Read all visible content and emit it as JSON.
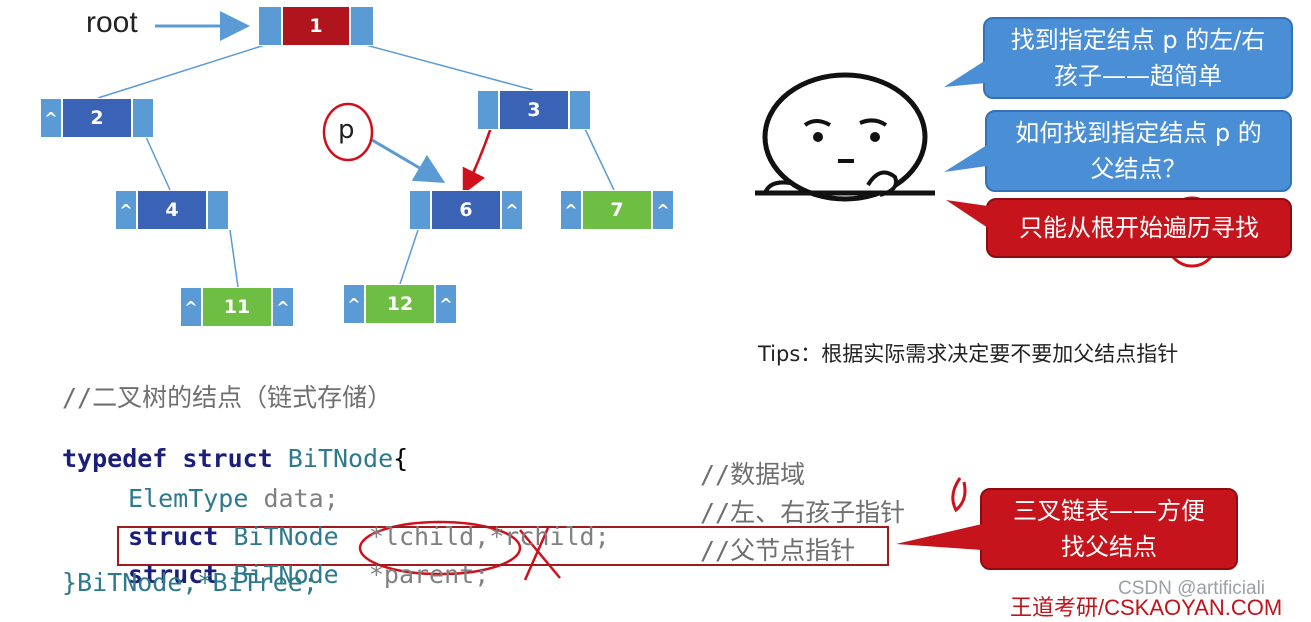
{
  "tree": {
    "root_label": "root",
    "pointer_label": "p",
    "null_symbol": "^",
    "nodes": {
      "n1": "1",
      "n2": "2",
      "n3": "3",
      "n4": "4",
      "n6": "6",
      "n7": "7",
      "n11": "11",
      "n12": "12"
    }
  },
  "callouts": {
    "find_children_line1": "找到指定结点 p 的左/右",
    "find_children_line2": "孩子——超简单",
    "find_parent_line1": "如何找到指定结点 p 的",
    "find_parent_line2": "父结点？",
    "traverse": "只能从根开始遍历寻找",
    "trifork_line1": "三叉链表——方便",
    "trifork_line2": "找父结点"
  },
  "tips": "Tips：根据实际需求决定要不要加父结点指针",
  "code": {
    "comment_title": "//二叉树的结点（链式存储）",
    "kw_typedef": "typedef",
    "kw_struct": "struct",
    "type_bitnode": "BiTNode",
    "brace_open": "{",
    "type_elem": "ElemType",
    "field_data": "data;",
    "comment_data": "//数据域",
    "field_children": "*lchild,*rchild;",
    "comment_children": "//左、右孩子指针",
    "field_parent": "*parent;",
    "comment_parent": "//父节点指针",
    "closing": "}BiTNode,*BiTree;"
  },
  "watermark": "CSDN @artificiali",
  "brand": "王道考研/CSKAOYAN.COM",
  "colors": {
    "node_blue": "#3a62b5",
    "pointer_blue": "#5b9bd5",
    "root_red": "#b0141c",
    "leaf_green": "#6fbe44",
    "callout_blue": "#4a8fd6",
    "callout_red": "#c5141b"
  }
}
